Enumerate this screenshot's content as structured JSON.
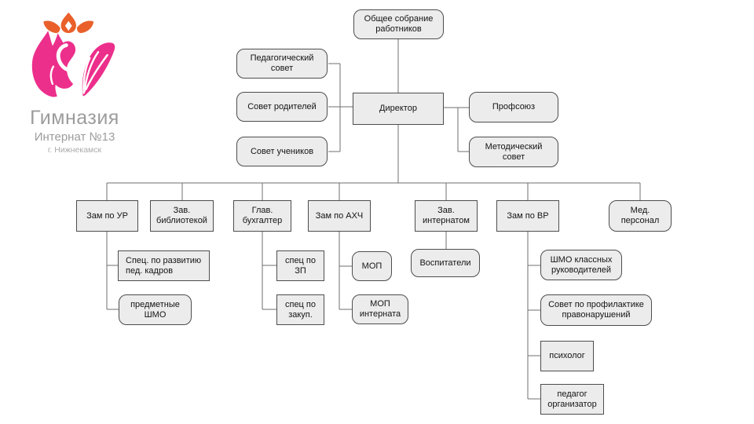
{
  "logo": {
    "name": "Гимназия",
    "subtitle": "Интернат №13",
    "city": "г. Нижнекамск",
    "swan_color": "#ec2f8b",
    "crown_color": "#e9602b",
    "text_color": "#9c9c9c"
  },
  "colors": {
    "box_fill": "#ececec",
    "box_border": "#4d4d4d",
    "connector_line": "#6f6f6f",
    "background": "#ffffff"
  },
  "org_chart": {
    "nodes": {
      "assembly": {
        "label": "Общее собрание работников"
      },
      "ped_council": {
        "label": "Педагогический совет"
      },
      "parents_council": {
        "label": "Совет родителей"
      },
      "students_council": {
        "label": "Совет учеников"
      },
      "director": {
        "label": "Директор"
      },
      "union": {
        "label": "Профсоюз"
      },
      "method_council": {
        "label": "Методический совет"
      },
      "zam_ur": {
        "label": "Зам по УР"
      },
      "zav_library": {
        "label": "Зав. библиотекой"
      },
      "chief_accountant": {
        "label": "Глав. бухгалтер"
      },
      "zam_ahch": {
        "label": "Зам по АХЧ"
      },
      "zav_internat": {
        "label": "Зав. интернатом"
      },
      "zam_vr": {
        "label": "Зам по ВР"
      },
      "med_staff": {
        "label": "Мед. персонал"
      },
      "spec_ped_dev": {
        "label": "Спец. по развитию пед. кадров"
      },
      "subject_shmo": {
        "label": "предметные ШМО"
      },
      "spec_zp": {
        "label": "спец по ЗП"
      },
      "spec_purchase": {
        "label": "спец по закуп."
      },
      "mop": {
        "label": "МОП"
      },
      "mop_internat": {
        "label": "МОП интерната"
      },
      "vospitateli": {
        "label": "Воспитатели"
      },
      "shmo_class": {
        "label": "ШМО классных руководителей"
      },
      "sovet_prevention": {
        "label": "Совет по профилактике правонарушений"
      },
      "psychologist": {
        "label": "психолог"
      },
      "pedagog_org": {
        "label": "педагог организатор"
      }
    },
    "edges": [
      [
        "assembly",
        "director"
      ],
      [
        "ped_council",
        "director"
      ],
      [
        "parents_council",
        "director"
      ],
      [
        "students_council",
        "director"
      ],
      [
        "director",
        "union"
      ],
      [
        "director",
        "method_council"
      ],
      [
        "director",
        "zam_ur"
      ],
      [
        "director",
        "zav_library"
      ],
      [
        "director",
        "chief_accountant"
      ],
      [
        "director",
        "zam_ahch"
      ],
      [
        "director",
        "zav_internat"
      ],
      [
        "director",
        "zam_vr"
      ],
      [
        "director",
        "med_staff"
      ],
      [
        "zam_ur",
        "spec_ped_dev"
      ],
      [
        "zam_ur",
        "subject_shmo"
      ],
      [
        "chief_accountant",
        "spec_zp"
      ],
      [
        "chief_accountant",
        "spec_purchase"
      ],
      [
        "zam_ahch",
        "mop"
      ],
      [
        "zam_ahch",
        "mop_internat"
      ],
      [
        "zav_internat",
        "vospitateli"
      ],
      [
        "zam_vr",
        "shmo_class"
      ],
      [
        "zam_vr",
        "sovet_prevention"
      ],
      [
        "zam_vr",
        "psychologist"
      ],
      [
        "zam_vr",
        "pedagog_org"
      ]
    ]
  }
}
